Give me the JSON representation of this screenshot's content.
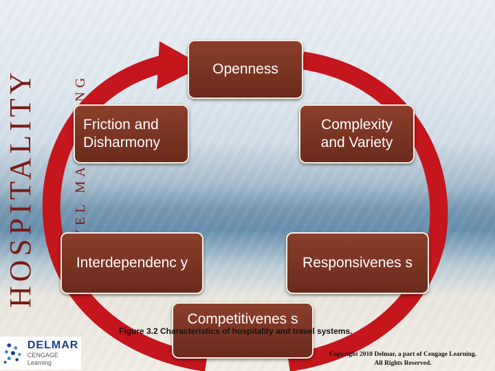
{
  "sidebar": {
    "title": "HOSPITALITY",
    "subtitle": "& TRAVEL MARKETING"
  },
  "diagram": {
    "nodes": [
      {
        "id": "openness",
        "label": "Openness"
      },
      {
        "id": "friction",
        "label": "Friction and Disharmony"
      },
      {
        "id": "complexity",
        "label": "Complexity and Variety"
      },
      {
        "id": "interdependency",
        "label": "Interdependenc y"
      },
      {
        "id": "responsiveness",
        "label": "Responsivenes s"
      },
      {
        "id": "competitiveness",
        "label": "Competitivenes s"
      }
    ]
  },
  "caption": "Figure 3.2 Characteristics of hospitality and travel systems.",
  "copyright": {
    "line1": "Copyright 2010 Delmar, a part of Cengage Learning.",
    "line2": "All Rights Reserved."
  },
  "logo": {
    "brand": "DELMAR",
    "sub": "CENGAGE Learning"
  },
  "colors": {
    "node_fill": "#6b2b1b",
    "arrow": "#c4161c",
    "title": "#7a1a14"
  },
  "icons": {
    "logo_mark": "delmar-dots-icon",
    "cycle_arrow": "circular-arrow"
  }
}
